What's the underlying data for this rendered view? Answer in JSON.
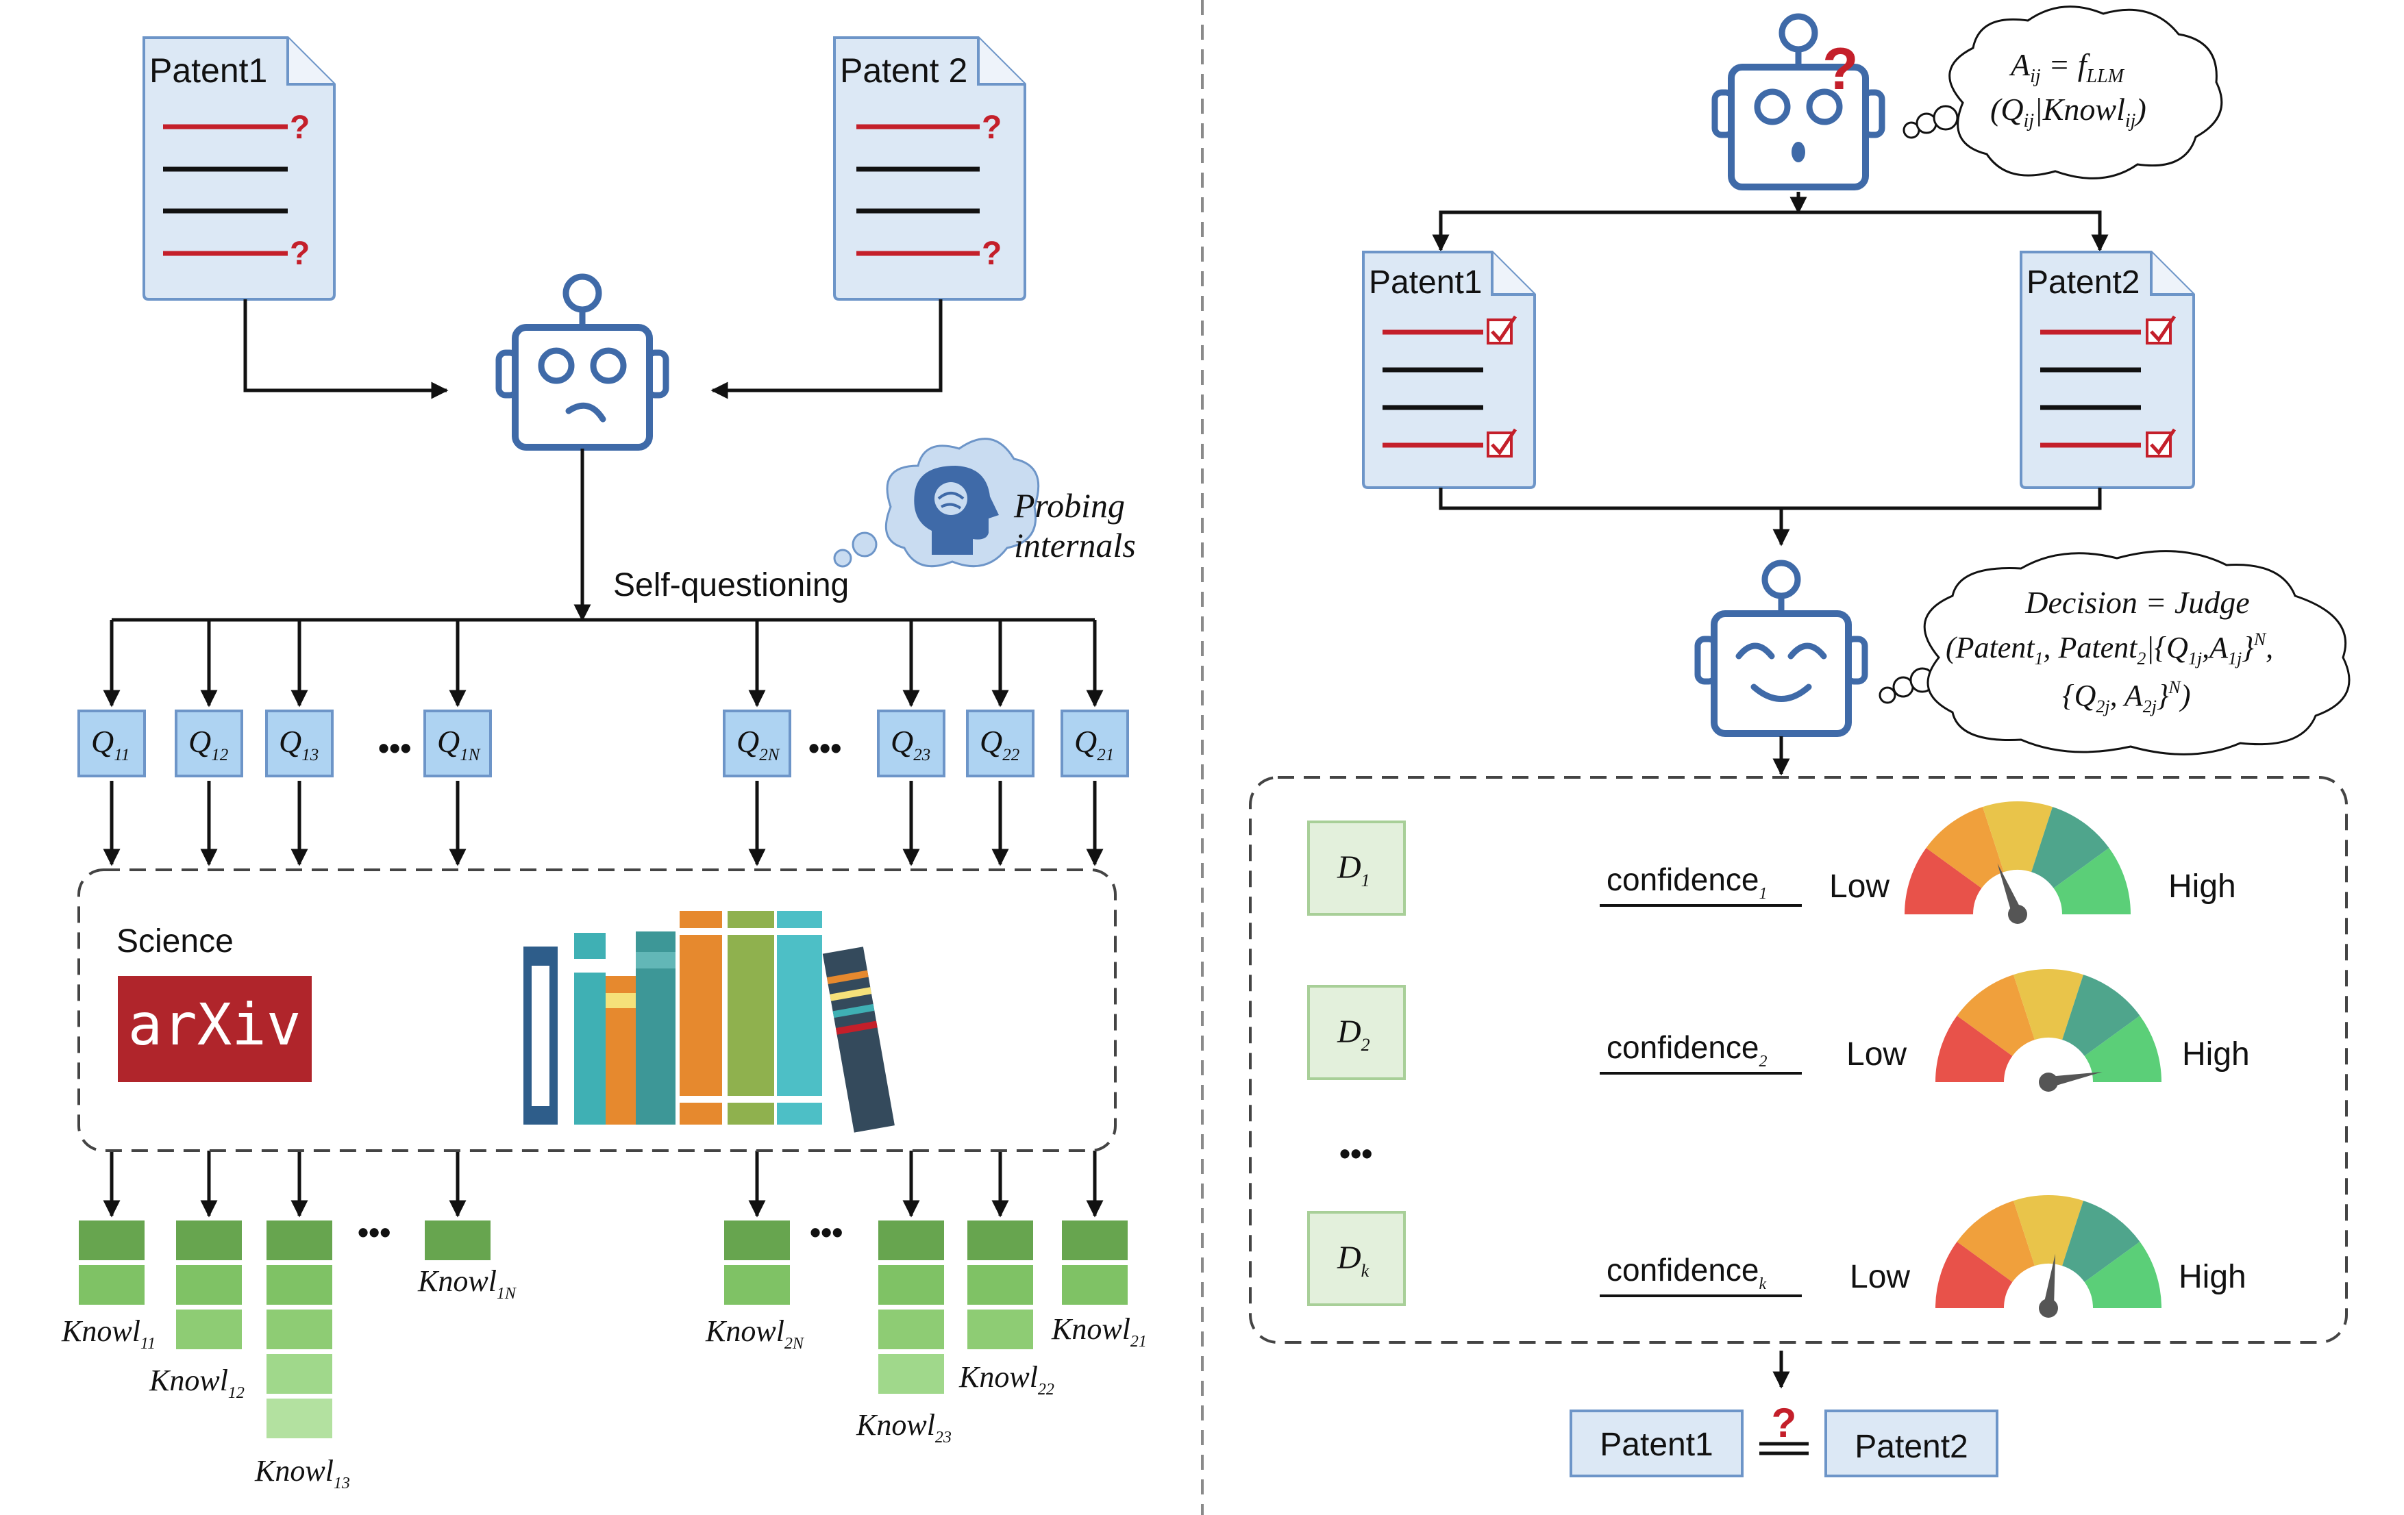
{
  "colors": {
    "doc_fill": "#dce8f5",
    "doc_stroke": "#6d95c8",
    "robot": "#3f6aa8",
    "red_line": "#c41f2a",
    "q_fill": "#aed3f2",
    "d_fill": "#e3f0dc",
    "d_stroke": "#a8cf98",
    "arxiv_red": "#b0252b"
  },
  "left": {
    "patent1_label": "Patent1",
    "patent2_label": "Patent 2",
    "question_mark": "?",
    "self_questioning": "Self-questioning",
    "probing_line1": "Probing",
    "probing_line2": "internals",
    "ellipsis": "•••",
    "questions": [
      {
        "base": "Q",
        "sub": "11"
      },
      {
        "base": "Q",
        "sub": "12"
      },
      {
        "base": "Q",
        "sub": "13"
      },
      {
        "base": "Q",
        "sub": "1N"
      },
      {
        "base": "Q",
        "sub": "2N"
      },
      {
        "base": "Q",
        "sub": "23"
      },
      {
        "base": "Q",
        "sub": "22"
      },
      {
        "base": "Q",
        "sub": "21"
      }
    ],
    "science_label": "Science",
    "arxiv_text": "arXiv",
    "knowledge": [
      {
        "base": "Knowl",
        "sub": "11"
      },
      {
        "base": "Knowl",
        "sub": "12"
      },
      {
        "base": "Knowl",
        "sub": "13"
      },
      {
        "base": "Knowl",
        "sub": "1N"
      },
      {
        "base": "Knowl",
        "sub": "2N"
      },
      {
        "base": "Knowl",
        "sub": "23"
      },
      {
        "base": "Knowl",
        "sub": "22"
      },
      {
        "base": "Knowl",
        "sub": "21"
      }
    ]
  },
  "right": {
    "patent1_label": "Patent1",
    "patent2_label": "Patent2",
    "question_mark": "?",
    "answer_formula": {
      "line1_a": "A",
      "line1_a_sub": "ij",
      "line1_eq": " = f",
      "line1_f_sub": "LLM",
      "line2_open": "(Q",
      "line2_q_sub": "ij",
      "line2_mid": "|Knowl",
      "line2_k_sub": "ij",
      "line2_close": ")"
    },
    "decision_formula": {
      "line1": "Decision = Judge",
      "line2_a": "(Patent",
      "line2_a_sub": "1",
      "line2_b": ", Patent",
      "line2_b_sub": "2",
      "line2_c": "|{Q",
      "line2_c_sub": "1j",
      "line2_d": ",A",
      "line2_d_sub": "1j",
      "line2_e": "}",
      "line2_e_sup": "N",
      "line2_f": ",",
      "line3_a": "{Q",
      "line3_a_sub": "2j",
      "line3_b": ", A",
      "line3_b_sub": "2j",
      "line3_c": "}",
      "line3_c_sup": "N",
      "line3_d": ")"
    },
    "decisions": [
      {
        "base": "D",
        "sub": "1",
        "conf": "confidence",
        "conf_sub": "1",
        "low": "Low",
        "high": "High",
        "level": 0.38
      },
      {
        "base": "D",
        "sub": "2",
        "conf": "confidence",
        "conf_sub": "2",
        "low": "Low",
        "high": "High",
        "level": 0.94
      },
      {
        "base": "D",
        "sub": "k",
        "conf": "confidence",
        "conf_sub": "k",
        "low": "Low",
        "high": "High",
        "level": 0.54
      }
    ],
    "ellipsis": "•••",
    "bottom_patent1": "Patent1",
    "bottom_patent2": "Patent2",
    "bottom_question": "?"
  }
}
